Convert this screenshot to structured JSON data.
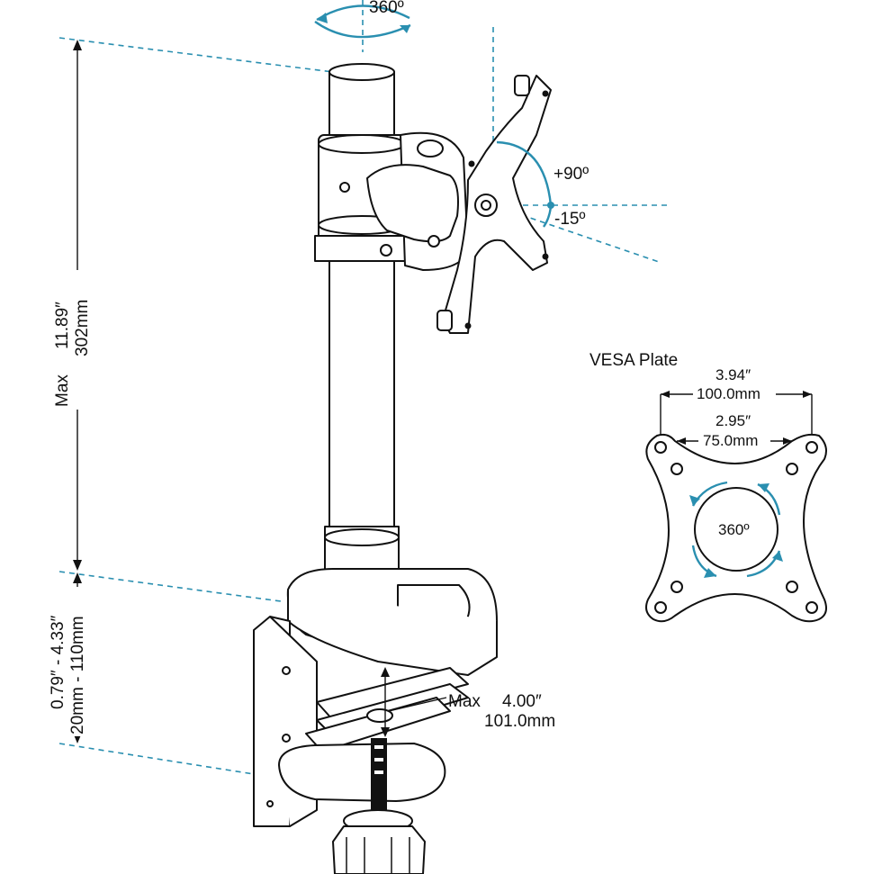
{
  "rotation": {
    "top_swivel_label": "360º",
    "tilt_up_label": "+90º",
    "tilt_down_label": "-15º"
  },
  "height_dimension": {
    "prefix": "Max",
    "imperial": "11.89″",
    "metric": "302mm"
  },
  "clamp_thickness": {
    "imperial": "0.79″ - 4.33″",
    "metric": "20mm - 110mm"
  },
  "clamp_depth": {
    "prefix": "Max",
    "imperial": "4.00″",
    "metric": "101.0mm"
  },
  "vesa_plate": {
    "title": "VESA Plate",
    "outer_imperial": "3.94″",
    "outer_metric": "100.0mm",
    "inner_imperial": "2.95″",
    "inner_metric": "75.0mm",
    "rotation_label": "360º"
  },
  "colors": {
    "line": "#111111",
    "accent": "#2a8fb0",
    "background": "#ffffff"
  }
}
